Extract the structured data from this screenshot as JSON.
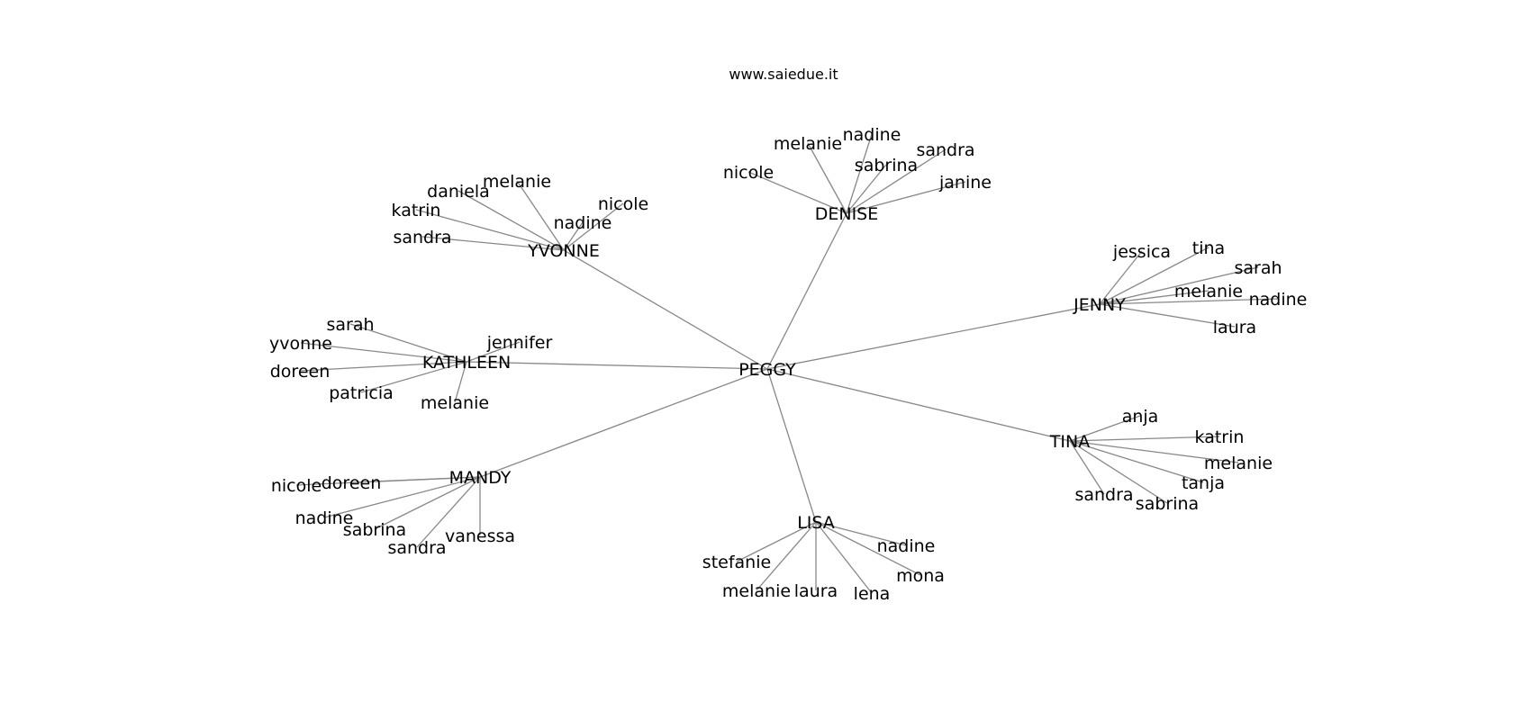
{
  "header": {
    "site": "www.saiedue.it"
  },
  "graph": {
    "root": {
      "id": "peggy",
      "label": "PEGGY"
    },
    "hubs": [
      {
        "id": "denise",
        "label": "DENISE",
        "children": [
          {
            "id": "denise-nicole",
            "label": "nicole"
          },
          {
            "id": "denise-melanie",
            "label": "melanie"
          },
          {
            "id": "denise-nadine",
            "label": "nadine"
          },
          {
            "id": "denise-sabrina",
            "label": "sabrina"
          },
          {
            "id": "denise-sandra",
            "label": "sandra"
          },
          {
            "id": "denise-janine",
            "label": "janine"
          }
        ]
      },
      {
        "id": "yvonne",
        "label": "YVONNE",
        "children": [
          {
            "id": "yvonne-sandra",
            "label": "sandra"
          },
          {
            "id": "yvonne-katrin",
            "label": "katrin"
          },
          {
            "id": "yvonne-daniela",
            "label": "daniela"
          },
          {
            "id": "yvonne-melanie",
            "label": "melanie"
          },
          {
            "id": "yvonne-nadine",
            "label": "nadine"
          },
          {
            "id": "yvonne-nicole",
            "label": "nicole"
          }
        ]
      },
      {
        "id": "jenny",
        "label": "JENNY",
        "children": [
          {
            "id": "jenny-jessica",
            "label": "jessica"
          },
          {
            "id": "jenny-tina",
            "label": "tina"
          },
          {
            "id": "jenny-sarah",
            "label": "sarah"
          },
          {
            "id": "jenny-melanie",
            "label": "melanie"
          },
          {
            "id": "jenny-nadine",
            "label": "nadine"
          },
          {
            "id": "jenny-laura",
            "label": "laura"
          }
        ]
      },
      {
        "id": "kathleen",
        "label": "KATHLEEN",
        "children": [
          {
            "id": "kathleen-sarah",
            "label": "sarah"
          },
          {
            "id": "kathleen-yvonne",
            "label": "yvonne"
          },
          {
            "id": "kathleen-doreen",
            "label": "doreen"
          },
          {
            "id": "kathleen-patricia",
            "label": "patricia"
          },
          {
            "id": "kathleen-melanie",
            "label": "melanie"
          },
          {
            "id": "kathleen-jennifer",
            "label": "jennifer"
          }
        ]
      },
      {
        "id": "tina",
        "label": "TINA",
        "children": [
          {
            "id": "tina-anja",
            "label": "anja"
          },
          {
            "id": "tina-katrin",
            "label": "katrin"
          },
          {
            "id": "tina-melanie",
            "label": "melanie"
          },
          {
            "id": "tina-tanja",
            "label": "tanja"
          },
          {
            "id": "tina-sabrina",
            "label": "sabrina"
          },
          {
            "id": "tina-sandra",
            "label": "sandra"
          }
        ]
      },
      {
        "id": "mandy",
        "label": "MANDY",
        "children": [
          {
            "id": "mandy-nicole",
            "label": "nicole"
          },
          {
            "id": "mandy-doreen",
            "label": "doreen"
          },
          {
            "id": "mandy-nadine",
            "label": "nadine"
          },
          {
            "id": "mandy-sabrina",
            "label": "sabrina"
          },
          {
            "id": "mandy-sandra",
            "label": "sandra"
          },
          {
            "id": "mandy-vanessa",
            "label": "vanessa"
          }
        ]
      },
      {
        "id": "lisa",
        "label": "LISA",
        "children": [
          {
            "id": "lisa-stefanie",
            "label": "stefanie"
          },
          {
            "id": "lisa-melanie",
            "label": "melanie"
          },
          {
            "id": "lisa-laura",
            "label": "laura"
          },
          {
            "id": "lisa-lena",
            "label": "lena"
          },
          {
            "id": "lisa-mona",
            "label": "mona"
          },
          {
            "id": "lisa-nadine",
            "label": "nadine"
          }
        ]
      }
    ]
  }
}
